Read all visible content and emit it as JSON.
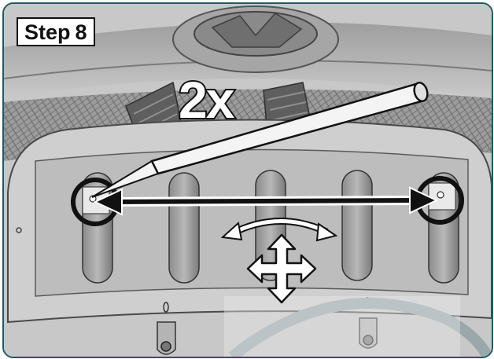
{
  "step": {
    "word": "Step",
    "number": "8"
  },
  "callout": {
    "count": "2x"
  },
  "colors": {
    "frame": "#1f5a63",
    "ink": "#111111",
    "paper": "#ffffff"
  }
}
